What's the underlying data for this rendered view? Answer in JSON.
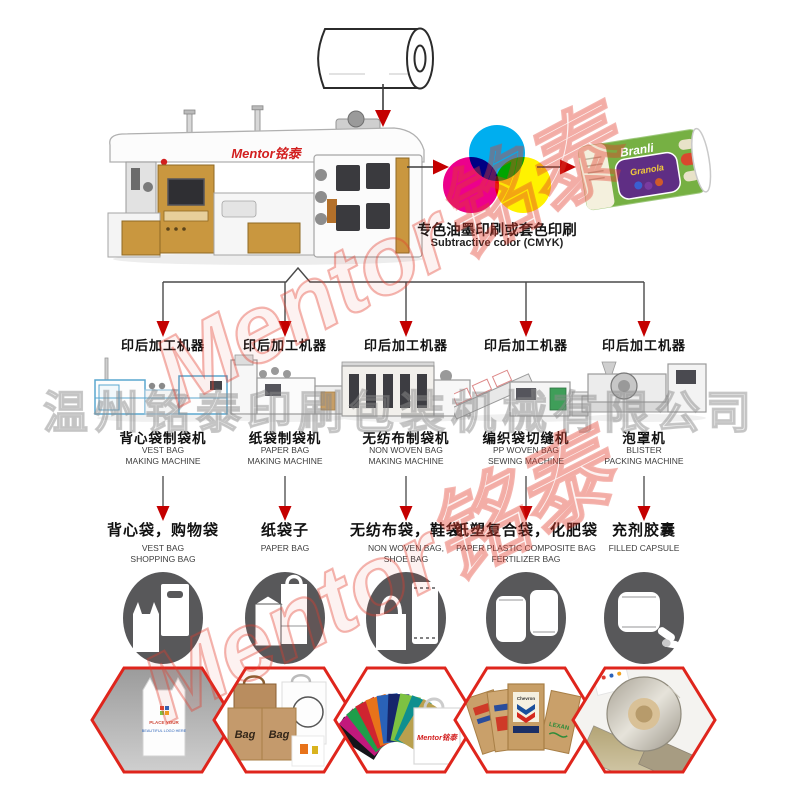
{
  "watermarks": {
    "company": "温州铭泰印刷包装机械有限公司",
    "brand": "Mentor铭泰"
  },
  "press": {
    "logo": "Mentor铭泰"
  },
  "color_process": {
    "caption_zh": "专色油墨印刷或套色印刷",
    "caption_en": "Subtractive color (CMYK)",
    "cyan": "#00aeef",
    "magenta": "#ec008c",
    "yellow": "#fff200"
  },
  "printed_product": {
    "brand": "Branli",
    "label": "Granola"
  },
  "columns": [
    {
      "branch_label": "印后加工机器",
      "machine_zh": "背心袋制袋机",
      "machine_en1": "VEST BAG",
      "machine_en2": "MAKING MACHINE",
      "product_zh": "背心袋，购物袋",
      "product_en1": "VEST BAG",
      "product_en2": "SHOPPING BAG"
    },
    {
      "branch_label": "印后加工机器",
      "machine_zh": "纸袋制袋机",
      "machine_en1": "PAPER BAG",
      "machine_en2": "MAKING MACHINE",
      "product_zh": "纸袋子",
      "product_en1": "PAPER BAG",
      "product_en2": ""
    },
    {
      "branch_label": "印后加工机器",
      "machine_zh": "无纺布制袋机",
      "machine_en1": "NON WOVEN BAG",
      "machine_en2": "MAKING MACHINE",
      "product_zh": "无纺布袋，鞋袋",
      "product_en1": "NON WOVEN BAG,",
      "product_en2": "SHOE BAG"
    },
    {
      "branch_label": "印后加工机器",
      "machine_zh": "编织袋切缝机",
      "machine_en1": "PP WOVEN BAG",
      "machine_en2": "SEWING MACHINE",
      "product_zh": "纸塑复合袋，化肥袋",
      "product_en1": "PAPER PLASTIC COMPOSITE BAG",
      "product_en2": "FERTILIZER BAG"
    },
    {
      "branch_label": "印后加工机器",
      "machine_zh": "泡罩机",
      "machine_en1": "BLISTER",
      "machine_en2": "PACKING MACHINE",
      "product_zh": "充剂胶囊",
      "product_en1": "FILLED CAPSULE",
      "product_en2": ""
    }
  ],
  "photos": [
    {
      "caption1": "PLACE YOUR",
      "caption2": "BEAUTIFUL LOGO HERE"
    },
    {
      "caption1": "Bag",
      "caption2": "Bag"
    },
    {
      "caption1": "Mentor铭泰"
    },
    {
      "caption1": "Chevron",
      "caption2": "LEXAN"
    },
    {}
  ],
  "colors": {
    "arrow_red": "#c40000",
    "line_dark": "#4a4a4a",
    "hex_border": "#df251c",
    "ellipse_gray": "#58585a",
    "machine_gold": "#c9973f",
    "kraft": "#c79e66",
    "branli_green": "#76b043",
    "branli_purple": "#5f2e84"
  }
}
